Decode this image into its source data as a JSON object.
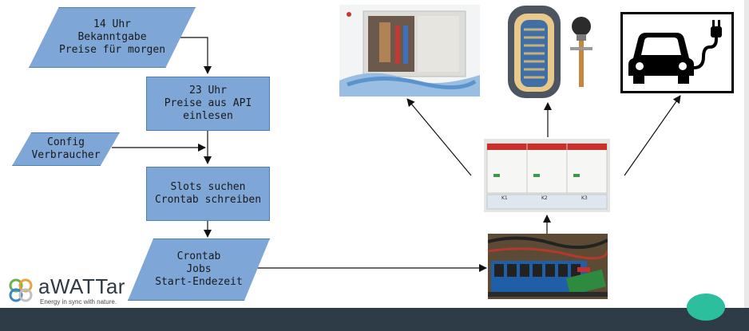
{
  "flowchart": {
    "announce": "14 Uhr\nBekanntgabe\nPreise für morgen",
    "read_api": "23 Uhr\nPreise aus API\neinlesen",
    "config": "Config\nVerbraucher",
    "slots": "Slots suchen\nCrontab schreiben",
    "crontab": "Crontab\nJobs\nStart-Endezeit"
  },
  "devices": {
    "heat_pump_icon": "heat-pump-unit-icon",
    "boiler_icon": "hot-water-boiler-icon",
    "ev_icon": "electric-car-charging-icon",
    "contactor_icon": "contactor-panel-icon",
    "relay_board_icon": "relay-board-icon",
    "contactor_labels": [
      "K1",
      "K2",
      "K3"
    ]
  },
  "logo": {
    "word": "aWATTar",
    "tagline": "Energy in sync with nature."
  },
  "colors": {
    "shape_fill": "#7ea6d6",
    "shape_border": "#4f7fb7",
    "footer": "#2d3c47",
    "accent": "#2bbf9e"
  }
}
